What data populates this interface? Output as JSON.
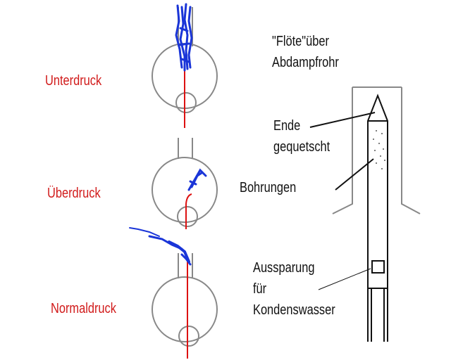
{
  "colors": {
    "state_label": "#d11a1a",
    "annotation": "#111111",
    "pipe_outline": "#888888",
    "bore_line": "#dd1111",
    "steam": "#1a35d8"
  },
  "states": [
    {
      "label": "Unterdruck"
    },
    {
      "label": "Überdruck"
    },
    {
      "label": "Normaldruck"
    }
  ],
  "flute": {
    "title_line1": "\"Flöte\"über",
    "title_line2": "Abdampfrohr",
    "end_line1": "Ende",
    "end_line2": "gequetscht",
    "bores": "Bohrungen",
    "recess_line1": "Aussparung",
    "recess_line2": "für",
    "recess_line3": "Kondenswasser"
  }
}
